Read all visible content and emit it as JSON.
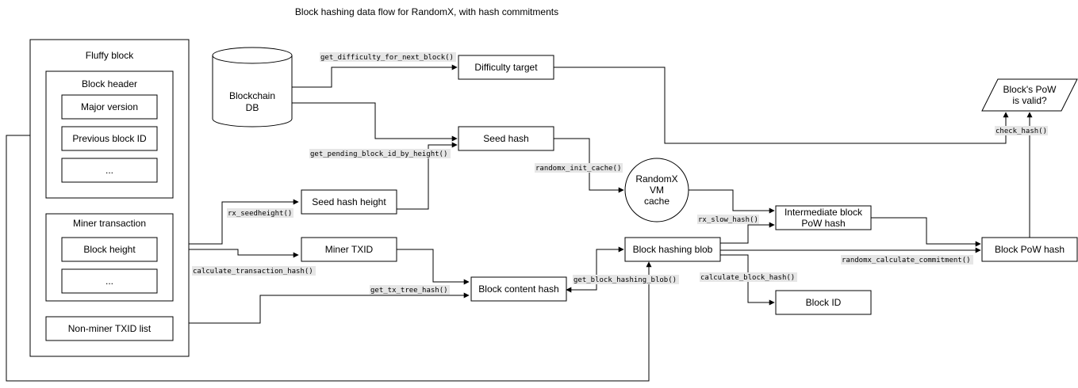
{
  "title": "Block hashing data flow for RandomX, with hash commitments",
  "nodes": {
    "fluffy_block": "Fluffy block",
    "block_header": "Block header",
    "major_version": "Major version",
    "previous_block_id": "Previous block ID",
    "header_more": "...",
    "miner_transaction": "Miner transaction",
    "block_height": "Block height",
    "miner_tx_more": "...",
    "non_miner_txid_list": "Non-miner TXID list",
    "blockchain_db_line1": "Blockchain",
    "blockchain_db_line2": "DB",
    "difficulty_target": "Difficulty target",
    "seed_hash": "Seed hash",
    "seed_hash_height": "Seed hash height",
    "miner_txid": "Miner TXID",
    "block_content_hash": "Block content hash",
    "randomx_line1": "RandomX",
    "randomx_line2": "VM",
    "randomx_line3": "cache",
    "block_hashing_blob": "Block hashing blob",
    "intermediate_line1": "Intermediate block",
    "intermediate_line2": "PoW hash",
    "block_id": "Block ID",
    "block_pow_hash": "Block PoW hash",
    "pow_valid_line1": "Block's PoW",
    "pow_valid_line2": "is valid?"
  },
  "functions": {
    "get_difficulty": "get_difficulty_for_next_block()",
    "get_pending_block_id": "get_pending_block_id_by_height()",
    "randomx_init_cache": "randomx_init_cache()",
    "rx_seedheight": "rx_seedheight()",
    "calculate_transaction_hash": "calculate_transaction_hash()",
    "get_tx_tree_hash": "get_tx_tree_hash()",
    "get_block_hashing_blob": "get_block_hashing_blob()",
    "rx_slow_hash": "rx_slow_hash()",
    "calculate_block_hash": "calculate_block_hash()",
    "randomx_calculate_commitment": "randomx_calculate_commitment()",
    "check_hash": "check_hash()"
  }
}
